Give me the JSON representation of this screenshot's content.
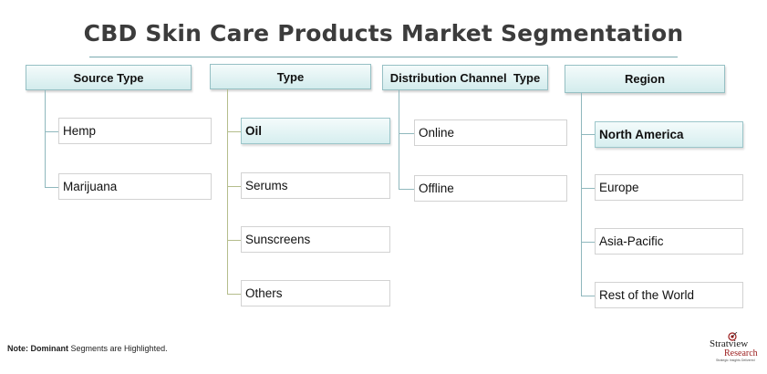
{
  "title": "CBD Skin Care Products Market Segmentation",
  "columns": [
    {
      "header": "Source Type",
      "items": [
        "Hemp",
        "Marijuana"
      ],
      "highlighted": []
    },
    {
      "header": "Type",
      "items": [
        "Oil",
        "Serums",
        "Sunscreens",
        "Others"
      ],
      "highlighted": [
        "Oil"
      ]
    },
    {
      "header": "Distribution Channel  Type",
      "items": [
        "Online",
        "Offline"
      ],
      "highlighted": []
    },
    {
      "header": "Region",
      "items": [
        "North America",
        "Europe",
        "Asia-Pacific",
        "Rest of the World"
      ],
      "highlighted": [
        "North America"
      ]
    }
  ],
  "note": {
    "label": "Note:",
    "bold_part": "Dominant",
    "rest": " Segments are Highlighted."
  },
  "logo": {
    "line1": "Stratview",
    "line2": "Research",
    "tagline": "Strategic Insights Delivered"
  },
  "colors": {
    "header_fill": "#d3eced",
    "header_border": "#96c0c4",
    "title": "#3c3c3c",
    "logo_accent": "#9a1a1a"
  }
}
